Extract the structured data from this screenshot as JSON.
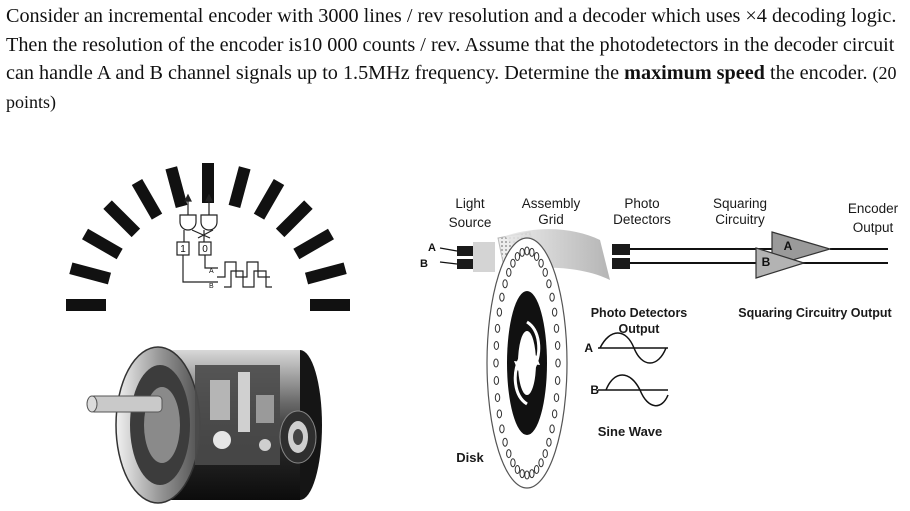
{
  "question": {
    "part1": "Consider an incremental encoder with 3000 lines / rev resolution and a decoder which uses ×4 decoding logic. Then the resolution of the encoder is10 000 counts / rev. Assume that the photodetectors in the decoder circuit can handle A and B channel signals up to 1.5MHz frequency. Determine the ",
    "emphasis": "maximum speed",
    "part2": " the encoder. ",
    "points": "(20 points)"
  },
  "left_figure": {
    "bit_one": "1",
    "bit_zero": "0",
    "channel_a": "A",
    "channel_b": "B"
  },
  "diagram": {
    "light_source_line1": "Light",
    "light_source_line2": "Source",
    "assembly_grid_line1": "Assembly",
    "assembly_grid_line2": "Grid",
    "photo_detectors_line1": "Photo",
    "photo_detectors_line2": "Detectors",
    "squaring_line1": "Squaring",
    "squaring_line2": "Circuitry",
    "encoder_output_line1": "Encoder",
    "encoder_output_line2": "Output",
    "input_a": "A",
    "input_b": "B",
    "pd_output_line1": "Photo Detectors",
    "pd_output_line2": "Output",
    "squaring_output": "Squaring Circuitry Output",
    "amp_a": "A",
    "amp_b": "B",
    "wave_a": "A",
    "wave_b": "B",
    "sine_wave": "Sine Wave",
    "disk": "Disk"
  }
}
